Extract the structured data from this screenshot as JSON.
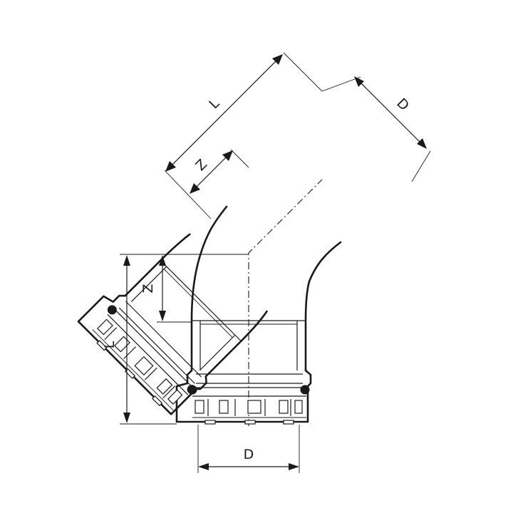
{
  "labels": {
    "top_length": "L",
    "top_z": "Z",
    "top_diameter": "D",
    "left_length": "L",
    "left_z": "Z",
    "bottom_diameter": "D"
  }
}
